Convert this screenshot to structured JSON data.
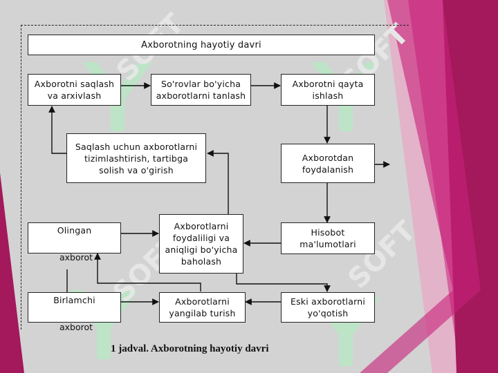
{
  "diagram": {
    "title": "Axborotning hayotiy davri",
    "nodes": {
      "saqlash": "Axborotni saqlash\nva arxivlash",
      "sorovlar": "So'rovlar bo'yicha\naxborotlarni tanlash",
      "qayta": "Axborotni qayta\nishlash",
      "tizim": "Saqlash uchun axborotlarni\ntizimlashtirish, tartibga\nsolish va o'girish",
      "foydalanish": "Axborotdan\nfoydalanish",
      "olingan": "Olingan",
      "olingan_sub": "axborot",
      "baholash": "Axborotlarni\nfoydaliligi va\naniqligi bo'yicha\nbaholash",
      "hisobot": "Hisobot\nma'lumotlari",
      "birlamchi": "Birlamchi",
      "birlamchi_sub": "axborot",
      "yangilab": "Axborotlarni\nyangilab turish",
      "eski": "Eski axborotlarni\nyo'qotish"
    }
  },
  "caption": "1 jadval. Axborotning hayotiy davri",
  "colors": {
    "accent": "#a3195b",
    "accent_light": "#c8207a",
    "watermark": "#b9e6c4"
  }
}
